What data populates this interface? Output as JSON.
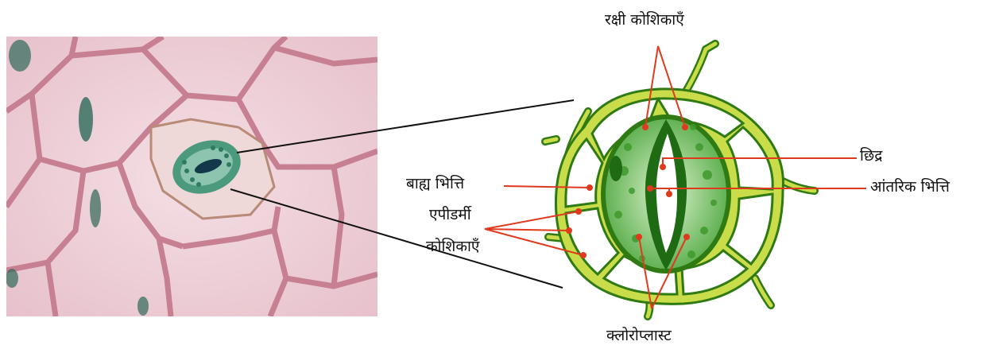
{
  "labels": {
    "guard_cells": "रक्षी कोशिकाएँ",
    "pore": "छिद्र",
    "outer_wall": "बाह्य भित्ति",
    "inner_wall": "आंतरिक भित्ति",
    "epidermal_cells_line1": "एपीडर्मी",
    "epidermal_cells_line2": "कोशिकाएँ",
    "chloroplast": "क्लोरोप्लास्ट"
  },
  "colors": {
    "micro_background": "#eccfd7",
    "micro_cell_wall": "#c77f92",
    "cell_outline_green": "#2f7a12",
    "cell_wall_fill": "#c9dc4a",
    "guard_cell_green": "#58b44a",
    "pointer_red": "#e03a1e",
    "connector_black": "#111111"
  },
  "icons": [
    "stoma-micrograph",
    "stoma-diagram"
  ]
}
